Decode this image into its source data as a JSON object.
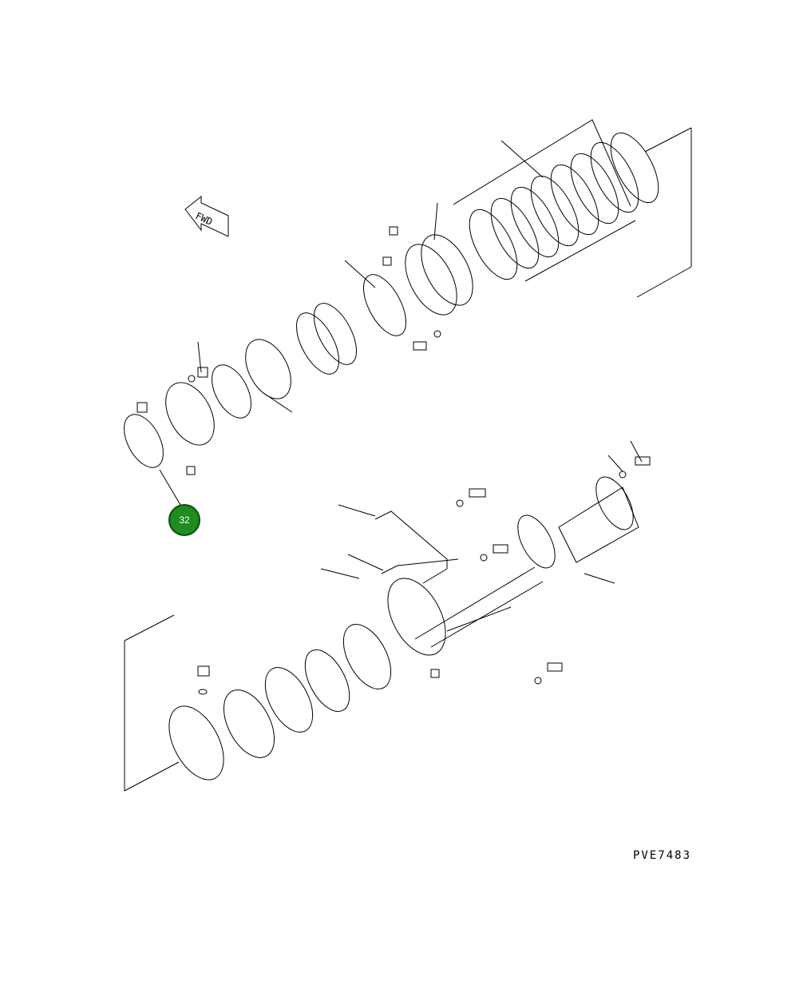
{
  "diagram": {
    "type": "exploded-parts-diagram",
    "drawing_code": "PVE7483",
    "direction_indicator": {
      "label": "FWD",
      "icon": "forward-arrow-icon"
    },
    "callouts": [
      {
        "label": "32",
        "color": "#1e8c1e",
        "border_color": "#0b4d0b",
        "text_color": "#ffffff"
      }
    ],
    "line_color": "#000000",
    "background": "#ffffff"
  }
}
